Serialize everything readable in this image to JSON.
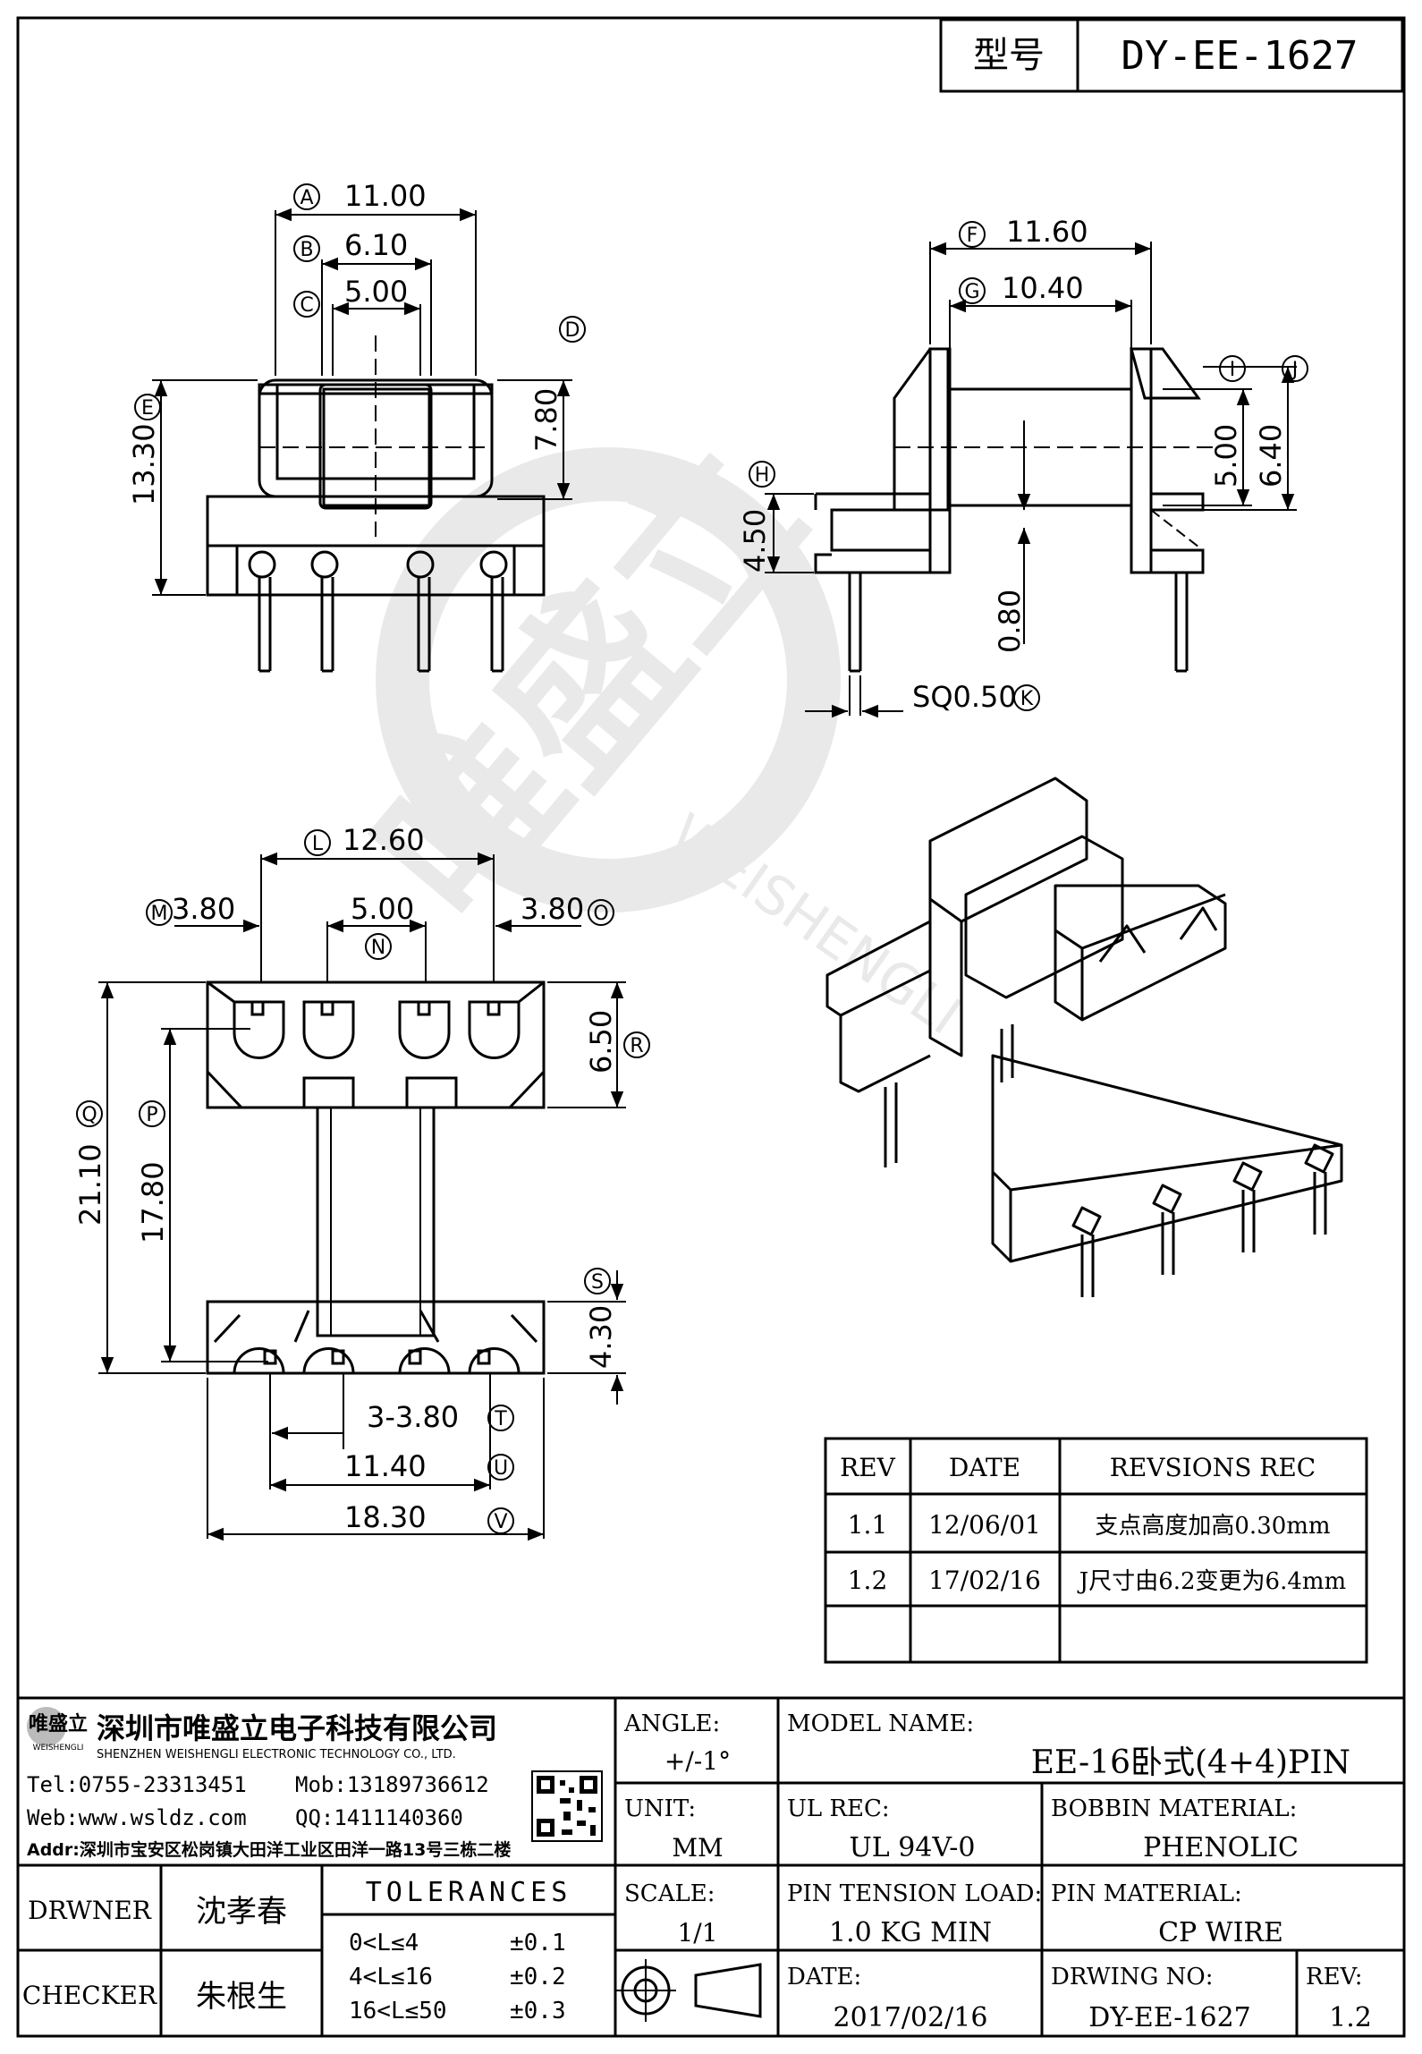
{
  "model_box": {
    "label": "型号",
    "value": "DY-EE-1627"
  },
  "dimensions": {
    "A": "11.00",
    "B": "6.10",
    "C": "5.00",
    "D": "7.80",
    "E": "13.30",
    "F": "11.60",
    "G": "10.40",
    "H": "4.50",
    "I": "5.00",
    "J": "6.40",
    "K": "SQ0.50",
    "bottom_small": "0.80",
    "L": "12.60",
    "M": "3.80",
    "N": "5.00",
    "O": "3.80",
    "P": "17.80",
    "Q": "21.10",
    "R": "6.50",
    "S": "4.30",
    "T": "3-3.80",
    "U": "11.40",
    "V": "18.30"
  },
  "callouts": [
    "A",
    "B",
    "C",
    "D",
    "E",
    "F",
    "G",
    "H",
    "I",
    "J",
    "K",
    "L",
    "M",
    "N",
    "O",
    "P",
    "Q",
    "R",
    "S",
    "T",
    "U",
    "V"
  ],
  "revisions": {
    "headers": [
      "REV",
      "DATE",
      "REVSIONS REC"
    ],
    "rows": [
      [
        "1.1",
        "12/06/01",
        "支点高度加高0.30mm"
      ],
      [
        "1.2",
        "17/02/16",
        "J尺寸由6.2变更为6.4mm"
      ],
      [
        "",
        "",
        ""
      ]
    ]
  },
  "company": {
    "logo_text": "唯盛立",
    "logo_sub": "WEISHENGLI",
    "name_cn": "深圳市唯盛立电子科技有限公司",
    "name_en": "SHENZHEN WEISHENGLI ELECTRONIC TECHNOLOGY CO., LTD.",
    "tel": "Tel:0755-23313451",
    "mob": "Mob:13189736612",
    "web": "Web:www.wsldz.com",
    "qq": "QQ:1411140360",
    "addr": "Addr:深圳市宝安区松岗镇大田洋工业区田洋一路13号三栋二楼"
  },
  "title_block": {
    "angle_label": "ANGLE:",
    "angle_value": "+/-1°",
    "model_label": "MODEL NAME:",
    "model_value": "EE-16卧式(4+4)PIN",
    "unit_label": "UNIT:",
    "unit_value": "MM",
    "ul_label": "UL REC:",
    "ul_value": "UL 94V-0",
    "bobbin_label": "BOBBIN MATERIAL:",
    "bobbin_value": "PHENOLIC",
    "scale_label": "SCALE:",
    "scale_value": "1/1",
    "tension_label": "PIN TENSION LOAD:",
    "tension_value": "1.0 KG MIN",
    "pinmat_label": "PIN MATERIAL:",
    "pinmat_value": "CP WIRE",
    "date_label": "DATE:",
    "date_value": "2017/02/16",
    "drwno_label": "DRWING NO:",
    "drwno_value": "DY-EE-1627",
    "rev_label": "REV:",
    "rev_value": "1.2",
    "drawer_label": "DRWNER",
    "drawer_value": "沈孝春",
    "checker_label": "CHECKER",
    "checker_value": "朱根生",
    "tolerances_title": "TOLERANCES",
    "tolerances": [
      {
        "range": "0<L≤4",
        "tol": "±0.1"
      },
      {
        "range": "4<L≤16",
        "tol": "±0.2"
      },
      {
        "range": "16<L≤50",
        "tol": "±0.3"
      }
    ]
  },
  "watermark": {
    "text": "唯盛立",
    "sub": "WEISHENGLI"
  }
}
